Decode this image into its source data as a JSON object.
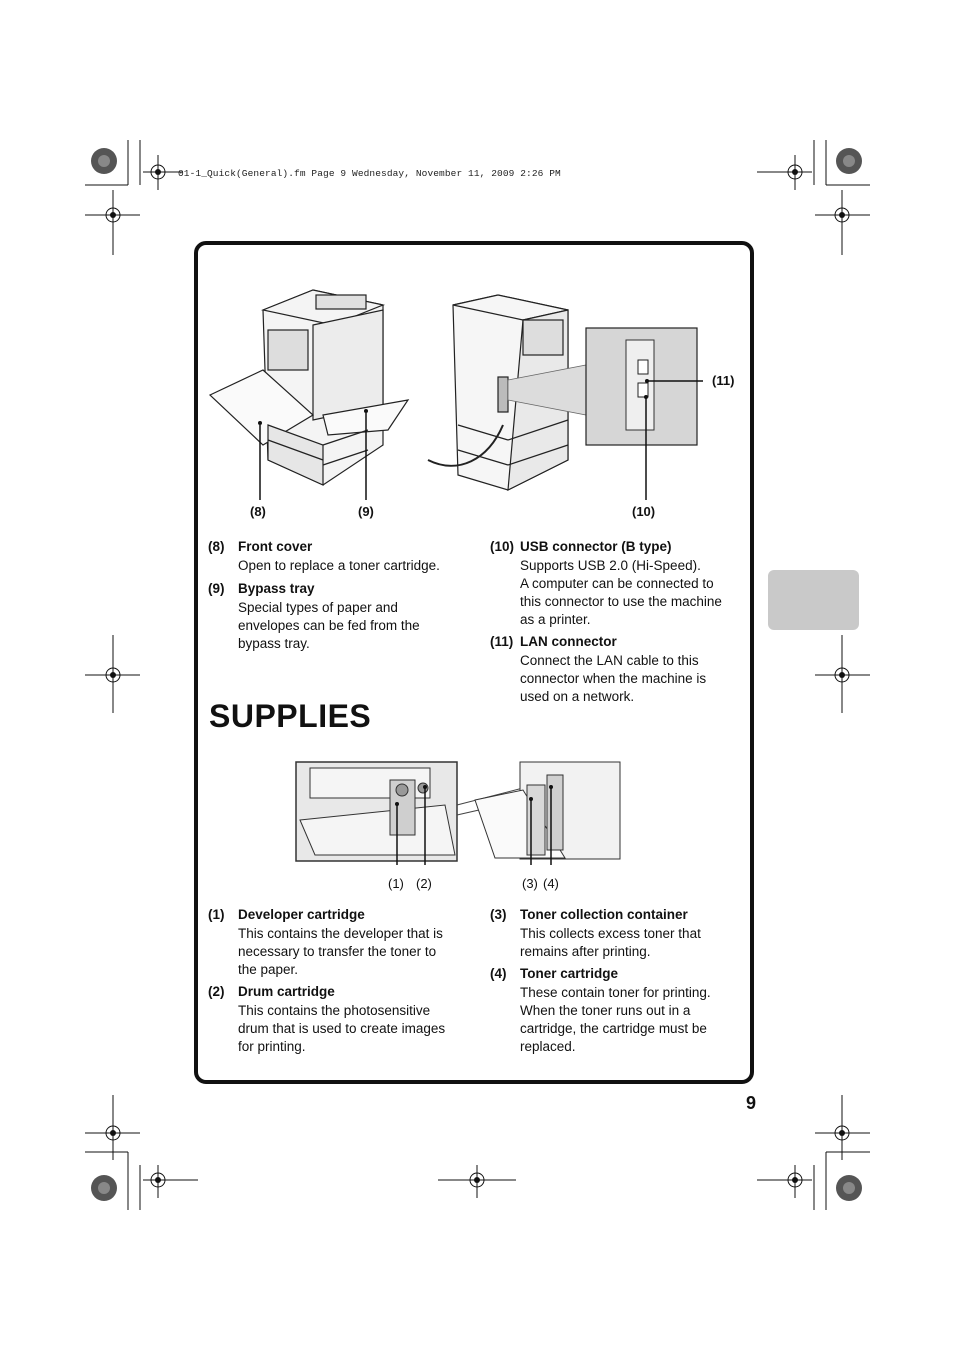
{
  "header": {
    "file_line": "01-1_Quick(General).fm  Page 9  Wednesday, November 11, 2009  2:26 PM"
  },
  "top_figure": {
    "callouts": {
      "c8": "(8)",
      "c9": "(9)",
      "c10": "(10)",
      "c11": "(11)"
    }
  },
  "parts_left": [
    {
      "num": "(8)",
      "title": "Front cover",
      "desc": [
        "Open to replace a toner cartridge."
      ]
    },
    {
      "num": "(9)",
      "title": "Bypass tray",
      "desc": [
        "Special types of paper  and",
        "envelopes can be fed from the",
        "bypass tray."
      ]
    }
  ],
  "parts_right": [
    {
      "num": "(10)",
      "title": "USB connector (B type)",
      "desc": [
        "Supports USB 2.0 (Hi-Speed).",
        "A computer can be connected to",
        "this connector to use the machine",
        "as a printer."
      ]
    },
    {
      "num": "(11)",
      "title": "LAN connector",
      "desc": [
        "Connect the LAN cable to this",
        "connector when the machine is",
        "used on a network."
      ]
    }
  ],
  "supplies": {
    "heading": "SUPPLIES",
    "callouts": {
      "c1": "(1)",
      "c2": "(2)",
      "c3": "(3)",
      "c4": "(4)"
    },
    "left": [
      {
        "num": "(1)",
        "title": "Developer cartridge",
        "desc": [
          "This contains the developer that is",
          "necessary to transfer the toner to",
          "the paper."
        ]
      },
      {
        "num": "(2)",
        "title": "Drum cartridge",
        "desc": [
          "This contains the photosensitive",
          "drum that is used to create images",
          "for printing."
        ]
      }
    ],
    "right": [
      {
        "num": "(3)",
        "title": "Toner collection container",
        "desc": [
          "This collects excess toner that",
          "remains after printing."
        ]
      },
      {
        "num": "(4)",
        "title": "Toner cartridge",
        "desc": [
          "These contain toner for printing.",
          "When the toner runs out in a",
          "cartridge, the cartridge must be",
          "replaced."
        ]
      }
    ]
  },
  "page_number": "9"
}
